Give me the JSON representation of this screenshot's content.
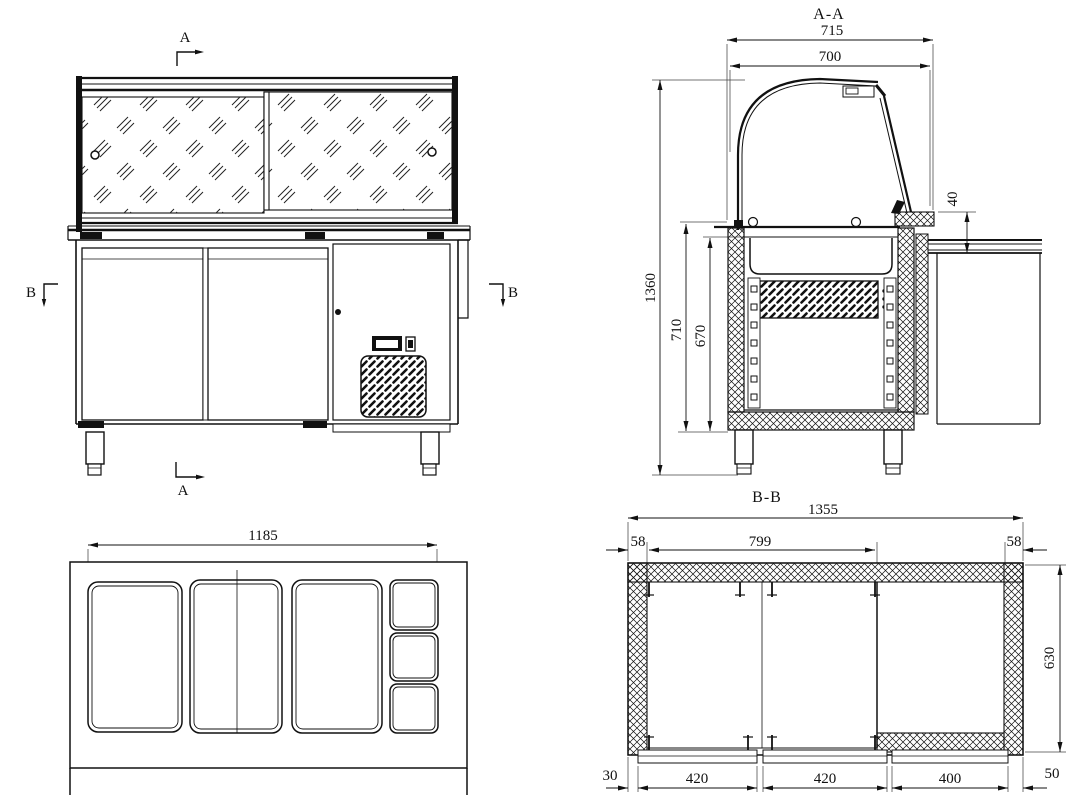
{
  "front_view": {
    "section_marker_a_top": "A",
    "section_marker_a_bottom": "A",
    "section_marker_b_left": "B",
    "section_marker_b_right": "B"
  },
  "section_aa": {
    "title": "A-A",
    "dim_overall_width": "715",
    "dim_glass_width": "700",
    "dim_overall_height": "1360",
    "dim_well_depth": "710",
    "dim_inner_depth": "670",
    "dim_step_height": "40"
  },
  "plan_view": {
    "dim_pan_opening_width": "1185"
  },
  "section_bb": {
    "title": "B-B",
    "dim_overall_width": "1355",
    "dim_wall_left": "58",
    "dim_inner_width": "799",
    "dim_wall_right": "58",
    "dim_inner_height": "630",
    "dim_left_offset": "30",
    "dim_door1_width": "420",
    "dim_door2_width": "420",
    "dim_door3_width": "400",
    "dim_right_offset": "50"
  },
  "colors": {
    "line": "#111111",
    "background": "#ffffff"
  }
}
